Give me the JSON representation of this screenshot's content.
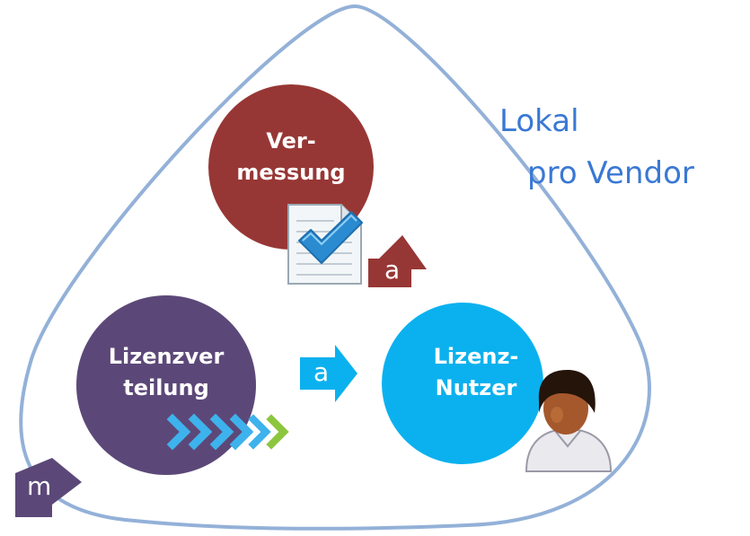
{
  "scope_label": {
    "line1": "Lokal",
    "line2": "pro Vendor"
  },
  "nodes": {
    "vermessung": {
      "line1": "Ver-",
      "line2": "messung",
      "color": "#973735"
    },
    "lizenzverteilung": {
      "line1": "Lizenzver",
      "line2": "teilung",
      "color": "#5c4878"
    },
    "lizenz_nutzer": {
      "line1": "Lizenz-",
      "line2": "Nutzer",
      "color": "#0bb1ee"
    }
  },
  "arrows": {
    "to_vermessung": {
      "label": "a",
      "color": "#973735"
    },
    "to_lizenz_nutzer": {
      "label": "a",
      "color": "#0bb1ee"
    },
    "outer": {
      "label": "m",
      "color": "#5c4878"
    }
  },
  "icons": {
    "document_check": "document-check-icon",
    "user": "user-icon",
    "chevrons": "chevron-arrows-icon"
  },
  "colors": {
    "outline": "#93b1d8",
    "label_blue": "#3a78d4",
    "chevron_blue": "#3eb2ec",
    "chevron_green": "#8cc63f"
  }
}
